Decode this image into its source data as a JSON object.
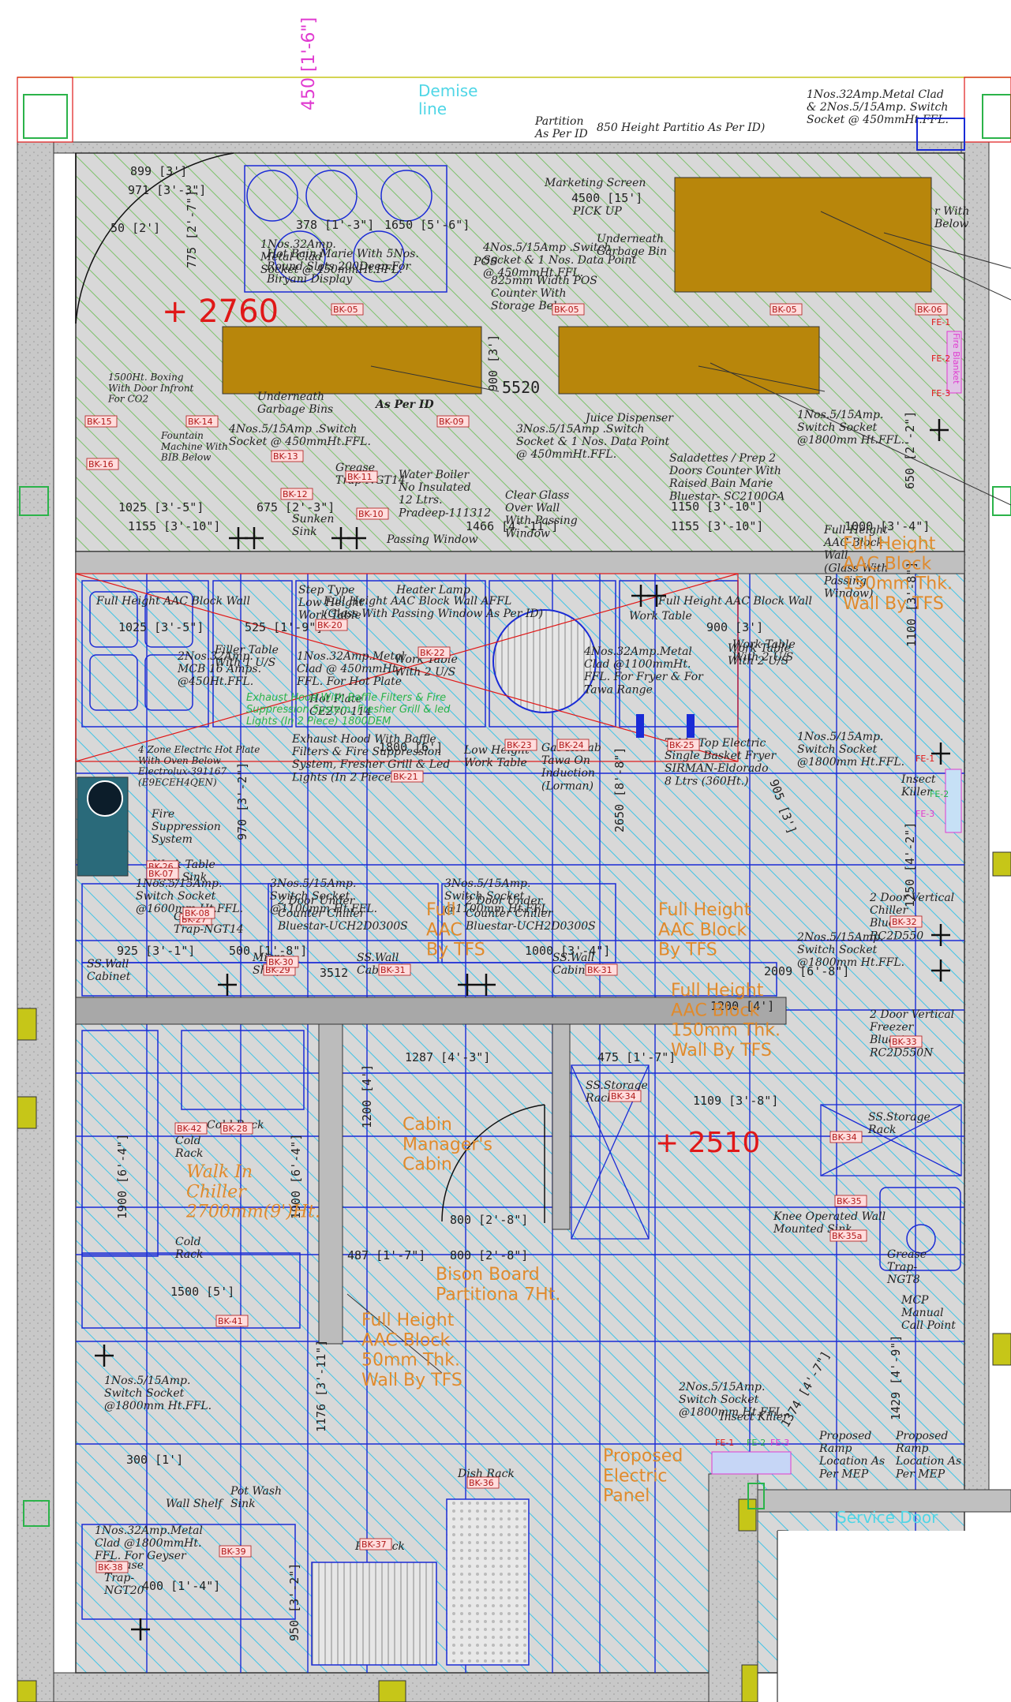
{
  "top_dimension": "450 [1'-6\"]",
  "demise_line": "Demise\nline",
  "partition_note": "Partition\nAs Per ID",
  "partition_height_note": "850 Height Partitio As Per ID)",
  "top_right_socket": "1Nos.32Amp.Metal Clad\n& 2Nos.5/15Amp. Switch\nSocket @ 450mmHt.FFL.",
  "marks": {
    "mark_2760": "+ 2760",
    "mark_5520": "5520",
    "mark_2510": "+ 2510"
  },
  "dimensions": {
    "d1": "899 [3']",
    "d2": "971 [3'-3\"]",
    "d3": "50 [2']",
    "d4": "775 [2'-7\"]",
    "d5": "378 [1'-3\"]",
    "d6": "1650 [5'-6\"]",
    "d7": "4500 [15']",
    "d8": "900 [3']",
    "d9": "1025 [3'-5\"]",
    "d10": "675 [2'-3\"]",
    "d11": "1155 [3'-10\"]",
    "d12": "1466 [4'-11\"]",
    "d13": "1150 [3'-10\"]",
    "d14": "1155 [3'-10\"]",
    "d15": "1000 [3'-4\"]",
    "d16": "1025 [3'-5\"]",
    "d17": "525 [1'-9\"]",
    "d18": "900 [3']",
    "d19": "1100 [3'-8\"]",
    "d20": "1800 [6']",
    "d21": "650 [2'-2\"]",
    "d22": "970 [3'-2\"]",
    "d23": "2650 [8'-8\"]",
    "d24": "905 [3']",
    "d25": "1250 [4'-2\"]",
    "d26": "925 [3'-1\"]",
    "d27": "500 [1'-8\"]",
    "d28": "3512",
    "d29": "1000 [3'-4\"]",
    "d30": "2009 [6'-8\"]",
    "d31": "1200 [4']",
    "d32": "1287 [4'-3\"]",
    "d33": "475 [1'-7\"]",
    "d34": "1109 [3'-8\"]",
    "d35": "1200 [4']",
    "d36": "1900 [6'-4\"]",
    "d37": "1900 [6'-4\"]",
    "d38": "800 [2'-8\"]",
    "d39": "487 [1'-7\"]",
    "d40": "800 [2'-8\"]",
    "d41": "1500 [5']",
    "d42": "1176 [3'-11\"]",
    "d43": "1374 [4'-7\"]",
    "d44": "1429 [4'-9\"]",
    "d45": "300 [1']",
    "d46": "400 [1'-4\"]",
    "d47": "950 [3'-2\"]"
  },
  "labels": {
    "bain_marie": "1Nos.32Amp.\nMetal Clad\nSocket @ 450mmHt.FFL.",
    "hot_bain_marie": "Hot Bain Marie With 5Nos.\nRound Slots 200Deep For\nBiryani Display",
    "marketing_screen": "Marketing Screen",
    "pick_up": "PICK UP",
    "pos_socket": "4Nos.5/15Amp .Switch\nSocket & 1 Nos. Data Point\n@ 450mmHt.FFL.",
    "pos": "POS",
    "pos_counter": "825mm Width POS\nCounter With\nStorage Below",
    "underneath_bin_1": "Underneath\nGarbage Bin",
    "underneath_bins_2": "Underneath\nGarbage Bins",
    "with_below": "r With\nBelow",
    "boxing": "1500Ht. Boxing\nWith Door Infront\nFor CO2",
    "chiller_as_per_id": "As Per ID",
    "socket_4nos": "4Nos.5/15Amp .Switch\nSocket @ 450mmHt.FFL.",
    "fountain": "Fountain\nMachine With\nBIB Below",
    "grease_trap": "Grease\nTrap-NGT14",
    "water_boiler": "Water Boiler\nNo Insulated\n12 Ltrs.\nPradeep-111312",
    "sunken_sink": "Sunken\nSink",
    "passing_window": "Passing Window",
    "clear_glass": "Clear Glass\nOver Wall\nWith Passing\nWindow",
    "juice_dispenser": "Juice Dispenser",
    "socket_3nos": "3Nos.5/15Amp .Switch\nSocket & 1 Nos. Data Point\n@ 450mmHt.FFL.",
    "saladettes": "Saladettes / Prep 2\nDoors Counter With\nRaised Bain Marie\nBluestar- SC2100GA",
    "socket_1800_a": "1Nos.5/15Amp.\nSwitch Socket\n@1800mm Ht.FFL.",
    "full_height_glass": "Full Height\nAAC Block\nWall\n(Glass With\nPassing\nWindow)",
    "full_height_orange_1": "Full Height\nAAC Block\n150mm Thk.\nWall By TFS",
    "full_height_aac_wall": "Full Height AAC Block Wall",
    "step_type": "Step Type\nLow Height\nWork Table",
    "full_height_glass_2": "Full Height AAC Block Wall AFFL\n(Glass With Passing Window As Per ID)",
    "heater_lamp": "Heater Lamp",
    "full_height_wall_2": "Full Height AAC Block Wall",
    "work_table_1": "Work Table",
    "work_table_2": "Work Table\nWith 2 U/S",
    "filler_table": "Filler Table\nWith 1 U/S",
    "mcb": "2Nos.32Amp.\nMCB 16 Amps.\n@450Ht.FFL.",
    "hot_plate_clad": "1Nos.32Amp.Metal\nClad @ 450mmHt.\nFFL. For Hot Plate",
    "work_table_3": "Work Table\nWith 2 U/S",
    "hot_plate": "Hot Plate\nCE270-114",
    "exhaust_green": "Exhaust Hood With Baffle Filters & Fire\nSuppression System, Fresher Grill & led\nLights (In 2 Piece) 1800DEM",
    "fryer_clad": "4Nos.32Amp.Metal\nClad @1100mmHt.\nFFL. For Fryer & For\nTawa Range",
    "work_table_4": "Work Table\nWith 2 U/S",
    "four_zone": "4 Zone Electric Hot Plate\nWith Oven Below\nElectrolux-391167\n(E9ECEH4QEN)",
    "exhaust_hood": "Exhaust Hood With Baffle\nFilters & Fire Suppression\nSystem, Fresher Grill & Led\nLights (In 2 Piece)",
    "low_height": "Low Height\nWork Table",
    "gas_kebab": "Gas Kebab\nTawa On\nInduction\n(Lorman)",
    "fryer": "Table Top Electric\nSingle Basket Fryer\nSIRMAN-Eldorado\n8 Ltrs (360Ht.)",
    "socket_1800_b": "1Nos.5/15Amp.\nSwitch Socket\n@1800mm Ht.FFL.",
    "insect_killer": "Insect\nKiller",
    "fire_suppression": "Fire\nSuppression\nSystem",
    "work_table_sink": "Work Table\nWith Sink",
    "socket_1600": "1Nos.5/15Amp.\nSwitch Socket\n@1600mm Ht.FFL.",
    "grease_trap_2": "Grease\nTrap-NGT14",
    "undercounter_1": "3Nos.5/15Amp.\nSwitch Socket\n@1100mm Ht.FFL.",
    "undercounter_1b": "2 Door Under\nCounter Chiller\nBluestar-UCH2D0300S",
    "undercounter_2": "3Nos.5/15Amp.\nSwitch Socket\n@1100mm Ht.FFL.",
    "undercounter_2b": "2 Door Under\nCounter Chiller\nBluestar-UCH2D0300S",
    "full_height_orange_2": "Full\nAAC\nBy TFS",
    "full_height_orange_3": "Full Height\nAAC Block\nBy TFS",
    "vertical_chiller": "2 Door Vertical\nChiller\nBluestar\nRC2D550",
    "socket_1800_c": "2Nos.5/15Amp.\nSwitch Socket\n@1800mm Ht.FFL.",
    "ss_wall_cabinet_1": "SS.Wall\nCabinet",
    "micro_shelf": "Micro\nShelf",
    "ss_wall_cabinet_2": "SS.Wall\nCabinet",
    "ss_wall_cabinet_3": "SS.Wall\nCabinet",
    "full_height_orange_4": "Full Height\nAAC Block\n150mm Thk.\nWall By TFS",
    "vertical_freezer": "2 Door Vertical\nFreezer\nBluestar\nRC2D550N",
    "cold_rack_1": "Cold Rack",
    "cold_rack_2": "Cold\nRack",
    "walk_in": "Walk In\nChiller\n2700mm(9')Ht.",
    "cold_rack_3": "Cold\nRack",
    "managers_cabin": "Cabin\nManager's\nCabin",
    "ss_storage_1": "SS.Storage\nRack",
    "ss_storage_2": "SS.Storage\nRack",
    "knee_sink": "Knee Operated Wall\nMounted Sink",
    "grease_trap_3": "Grease\nTrap-\nNGT8",
    "mcp": "MCP\nManual\nCall Point",
    "bison_board": "Bison Board\nPartitiona 7Ht.",
    "full_height_orange_5": "Full Height\nAAC Block\n50mm Thk.\nWall By TFS",
    "socket_1800_d": "1Nos.5/15Amp.\nSwitch Socket\n@1800mm Ht.FFL.",
    "socket_1800_e": "2Nos.5/15Amp.\nSwitch Socket\n@1800mm Ht.FFL.",
    "insect_killer_2": "Insect Killer",
    "ramp_1": "Proposed\nRamp\nLocation As\nPer MEP",
    "ramp_2": "Proposed\nRamp\nLocation As\nPer MEP",
    "electric_panel": "Proposed\nElectric\nPanel",
    "pot_wash": "Pot Wash\nSink",
    "wall_shelf": "Wall Shelf",
    "dish_rack": "Dish Rack",
    "service_door": "Service Door",
    "geyser": "1Nos.32Amp.Metal\nClad @1800mmHt.\nFFL. For Geyser",
    "grease_trap_4": "Grease\nTrap-\nNGT20",
    "pot_rack": "Pot Rack"
  },
  "tags": {
    "bk05a": "BK-05",
    "bk05b": "BK-05",
    "bk05c": "BK-05",
    "bk06": "BK-06",
    "bk15": "BK-15",
    "bk14": "BK-14",
    "bk09": "BK-09",
    "bk13": "BK-13",
    "bk16": "BK-16",
    "bk11": "BK-11",
    "bk12": "BK-12",
    "bk10": "BK-10",
    "bk20": "BK-20",
    "bk22": "BK-22",
    "bk21": "BK-21",
    "bk23": "BK-23",
    "bk24": "BK-24",
    "bk25": "BK-25",
    "bk30": "BK-30",
    "bk31a": "BK-31",
    "bk31b": "BK-31",
    "bk32": "BK-32",
    "bk33": "BK-33",
    "bk34a": "BK-34",
    "bk34b": "BK-34",
    "bk35": "BK-35",
    "bk35a": "BK-35a",
    "bk41": "BK-41",
    "bk42": "BK-42",
    "bk38": "BK-38",
    "bk39": "BK-39",
    "bk07": "BK-07",
    "bk08": "BK-08",
    "bk26": "BK-26",
    "bk27": "BK-27",
    "bk28": "BK-28",
    "bk29": "BK-29",
    "bk36": "BK-36",
    "bk37": "BK-37"
  },
  "fire_labels": {
    "fe1": "FE-1",
    "fe2": "FE-2",
    "fe3": "FE-3",
    "fe1b": "FE-1",
    "fe2b": "FE-2",
    "fe3b": "FE-3",
    "fe1c": "FE-1",
    "fe2c": "FE-2",
    "fe3c": "FE-3",
    "fire_blanket": "Fire Blanket"
  },
  "colors": {
    "paper": "#ffffff",
    "floor": "#d8d8d8",
    "green_hatch": "#7dc16b",
    "cyan_hatch": "#40c4e6",
    "wall_fill": "#c8c8c8",
    "grid_blue": "#1a2bd6",
    "magenta": "#e03ad0",
    "red": "#e01818",
    "orange": "#e08a2c",
    "gold": "#b8860b",
    "yellow_green": "#c6c618"
  }
}
